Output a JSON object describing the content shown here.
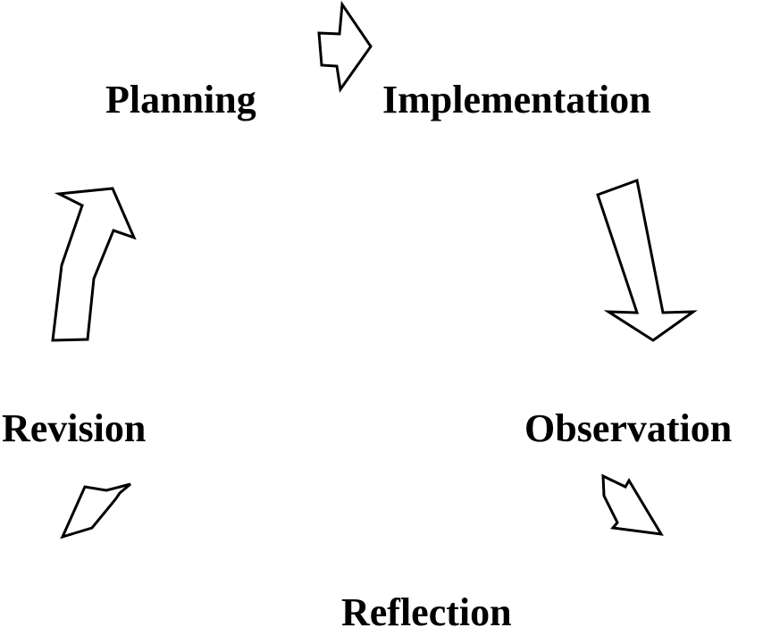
{
  "diagram": {
    "type": "cycle",
    "stages": {
      "planning": "Planning",
      "implementation": "Implementation",
      "observation": "Observation",
      "reflection": "Reflection",
      "revision": "Revision"
    },
    "arrow_style": "outlined-hollow",
    "colors": {
      "stroke": "#000000",
      "fill": "#ffffff",
      "text": "#000000"
    }
  }
}
